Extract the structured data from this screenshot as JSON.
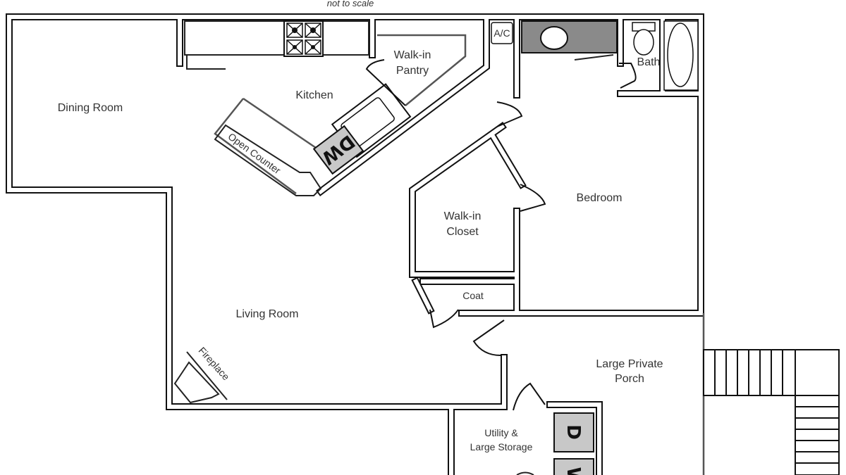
{
  "note": "not to scale",
  "rooms": {
    "dining": "Dining Room",
    "kitchen": "Kitchen",
    "pantry_line1": "Walk-in",
    "pantry_line2": "Pantry",
    "ac": "A/C",
    "bath": "Bath",
    "open_counter": "Open Counter",
    "dishwasher": "DW",
    "bedroom": "Bedroom",
    "closet_line1": "Walk-in",
    "closet_line2": "Closet",
    "coat": "Coat",
    "living": "Living Room",
    "fireplace": "Fireplace",
    "porch_line1": "Large Private",
    "porch_line2": "Porch",
    "utility_line1": "Utility &",
    "utility_line2": "Large Storage",
    "dryer": "D",
    "washer": "W"
  },
  "colors": {
    "appliance": "#c8c8c8",
    "vanity": "#8a8a8a"
  }
}
